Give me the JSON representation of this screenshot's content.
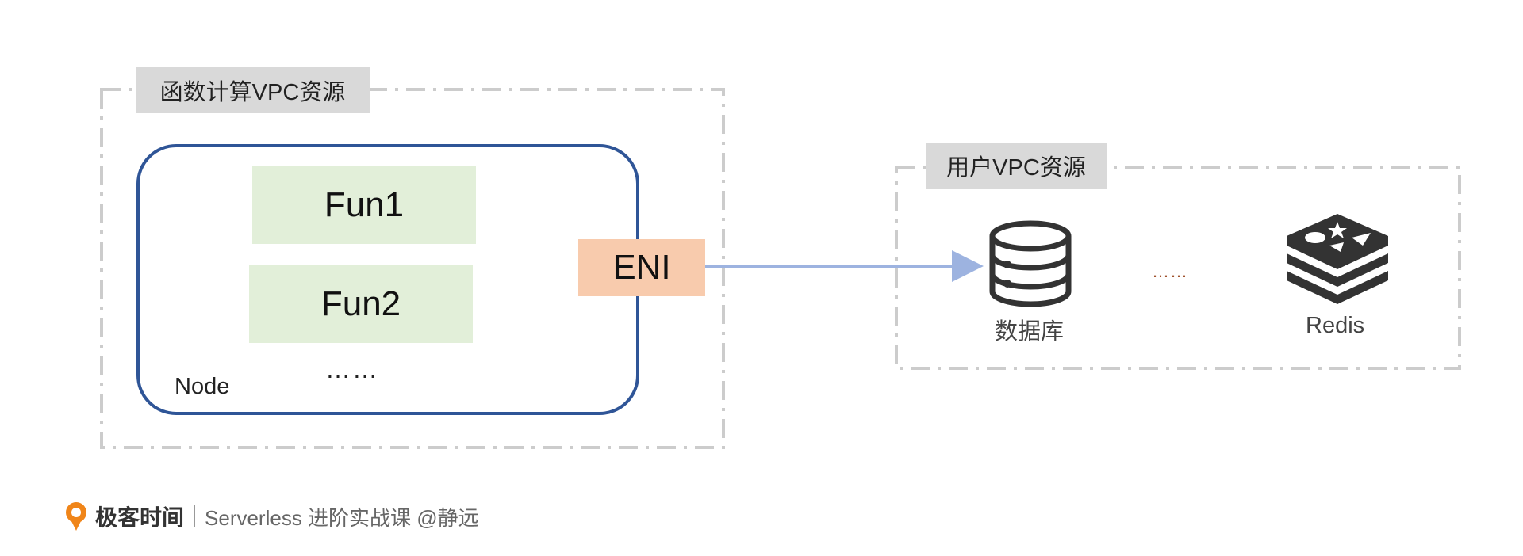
{
  "fc_vpc": {
    "title": "函数计算VPC资源"
  },
  "node": {
    "label": "Node",
    "functions": [
      "Fun1",
      "Fun2"
    ],
    "ellipsis": "……"
  },
  "eni": {
    "label": "ENI"
  },
  "user_vpc": {
    "title": "用户VPC资源",
    "database_label": "数据库",
    "ellipsis": "……",
    "redis_label": "Redis"
  },
  "footer": {
    "brand": "极客时间",
    "course": "Serverless 进阶实战课 @静远"
  },
  "colors": {
    "arrow": "#9db3e0",
    "node_border": "#2f5597",
    "fun_fill": "#e2efd9",
    "eni_fill": "#f8cbad",
    "group_border": "#cccccc",
    "title_fill": "#d9d9d9",
    "icon": "#333333",
    "dots_accent": "#a0522d",
    "brand_orange": "#f08519"
  }
}
